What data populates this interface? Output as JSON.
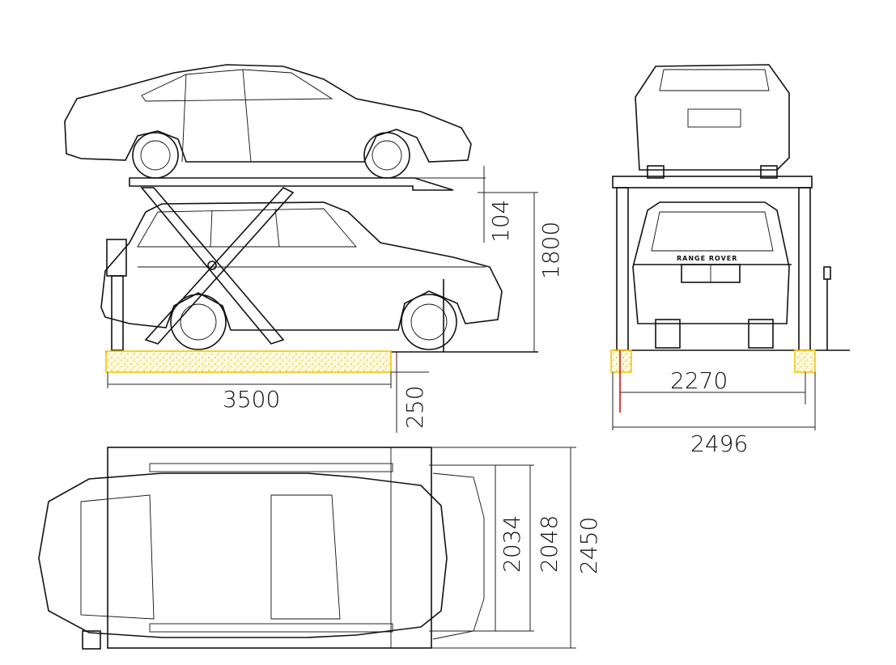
{
  "drawing": {
    "side_view": {
      "dimensions": {
        "platform_thickness": "104",
        "lift_height": "1800",
        "length": "3500",
        "pit_depth": "250"
      }
    },
    "rear_view": {
      "badge_text": "RANGE ROVER",
      "dimensions": {
        "inner_width": "2270",
        "overall_width": "2496"
      }
    },
    "top_view": {
      "dimensions": {
        "car_width": "2034",
        "platform_width": "2048",
        "overall_width": "2450"
      }
    },
    "colors": {
      "foundation": "#f2c200",
      "centerline": "#d00000",
      "lines": "#111111"
    }
  }
}
